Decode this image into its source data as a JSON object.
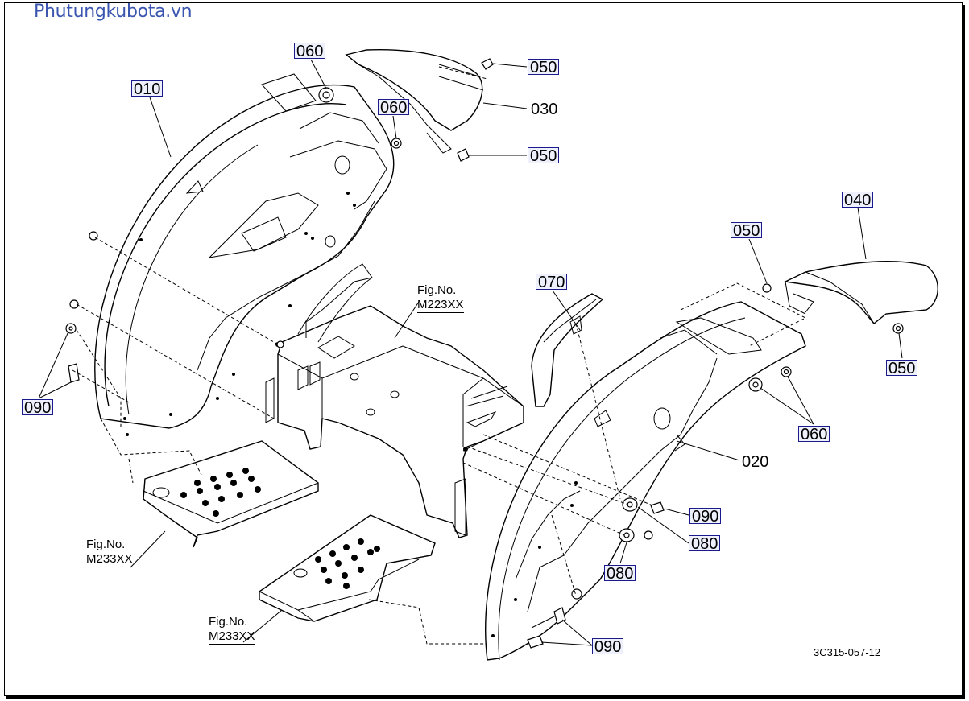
{
  "watermark": "Phutungkubota.vn",
  "drawing_code": "3C315-057-12",
  "callouts": {
    "c010": "010",
    "c020": "020",
    "c030": "030",
    "c040": "040",
    "c050_a": "050",
    "c050_b": "050",
    "c050_c": "050",
    "c050_d": "050",
    "c060_a": "060",
    "c060_b": "060",
    "c060_c": "060",
    "c070": "070",
    "c080_a": "080",
    "c080_b": "080",
    "c090_a": "090",
    "c090_b": "090",
    "c090_c": "090"
  },
  "references": {
    "frame": {
      "label": "Fig.No.",
      "code": "M223XX"
    },
    "step_left": {
      "label": "Fig.No.",
      "code": "M233XX"
    },
    "step_right": {
      "label": "Fig.No.",
      "code": "M233XX"
    }
  }
}
